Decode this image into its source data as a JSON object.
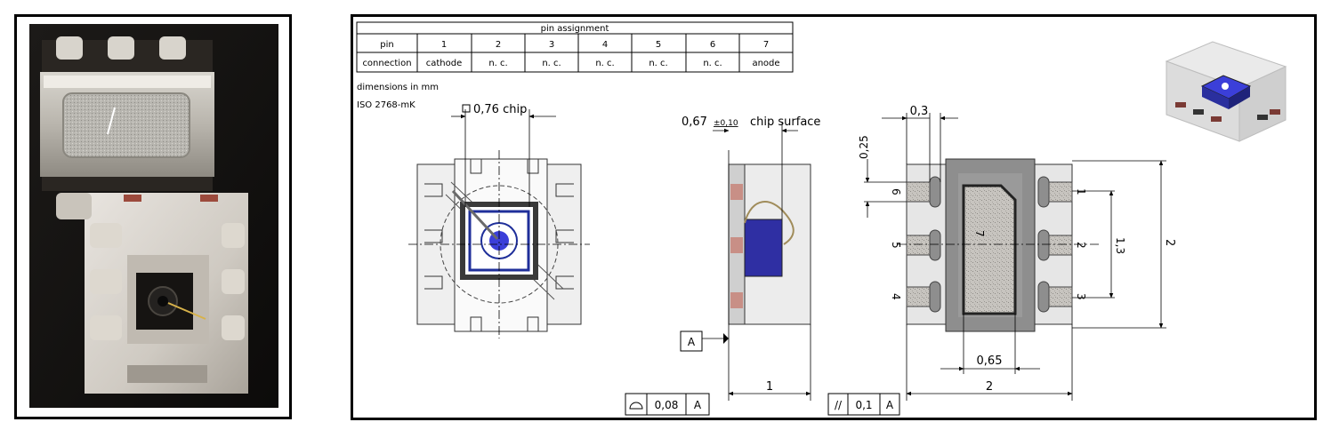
{
  "pin_table": {
    "title": "pin assignment",
    "row_headers": [
      "pin",
      "connection"
    ],
    "pins": [
      "1",
      "2",
      "3",
      "4",
      "5",
      "6",
      "7"
    ],
    "connections": [
      "cathode",
      "n. c.",
      "n. c.",
      "n. c.",
      "n. c.",
      "n. c.",
      "anode"
    ]
  },
  "notes": {
    "units": "dimensions in mm",
    "standard": "ISO 2768-mK"
  },
  "dimensions": {
    "chip_size": "0,76 chip",
    "chip_surface_value": "0,67",
    "chip_surface_tol": "±0,10",
    "chip_surface_label": "chip surface",
    "pad_width": "0,3",
    "pad_pitch": "0,25",
    "pad_span": "1,3",
    "height": "2",
    "side_length": "1",
    "bottom_width": "2",
    "center_pad": "0,65"
  },
  "pin_labels": {
    "left": [
      "6",
      "5",
      "4"
    ],
    "right": [
      "1",
      "2",
      "3"
    ],
    "center": "7"
  },
  "tolerances": {
    "datum": "A",
    "profile_value": "0,08",
    "profile_ref": "A",
    "parallel_symbol": "//",
    "parallel_value": "0,1",
    "parallel_ref": "A"
  }
}
